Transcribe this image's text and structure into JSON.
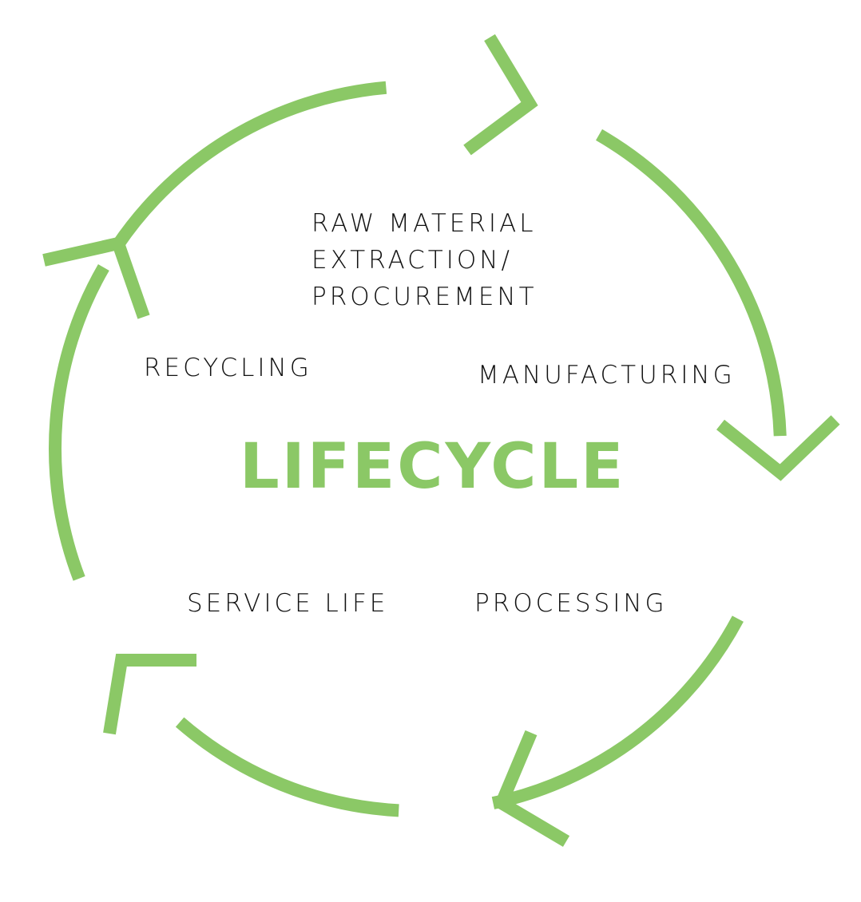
{
  "title": "LIFECYCLE",
  "colors": {
    "accent": "#8BC866",
    "text": "#111111",
    "background": "#FFFFFF"
  },
  "stages": [
    {
      "id": "raw-material",
      "lines": [
        "RAW MATERIAL",
        "EXTRACTION/",
        "PROCUREMENT"
      ]
    },
    {
      "id": "manufacturing",
      "lines": [
        "MANUFACTURING"
      ]
    },
    {
      "id": "processing",
      "lines": [
        "PROCESSING"
      ]
    },
    {
      "id": "service-life",
      "lines": [
        "SERVICE LIFE"
      ]
    },
    {
      "id": "recycling",
      "lines": [
        "RECYCLING"
      ]
    }
  ],
  "arrows": [
    {
      "from": "recycling",
      "to": "raw-material",
      "direction": "clockwise",
      "icon": "arrow-head-icon"
    },
    {
      "from": "raw-material",
      "to": "manufacturing",
      "direction": "clockwise",
      "icon": "arrow-head-icon"
    },
    {
      "from": "manufacturing",
      "to": "processing",
      "direction": "clockwise",
      "icon": "arrow-head-icon"
    },
    {
      "from": "processing",
      "to": "service-life",
      "direction": "clockwise",
      "icon": "arrow-head-icon"
    },
    {
      "from": "service-life",
      "to": "recycling",
      "direction": "clockwise",
      "icon": "arrow-head-icon"
    }
  ]
}
